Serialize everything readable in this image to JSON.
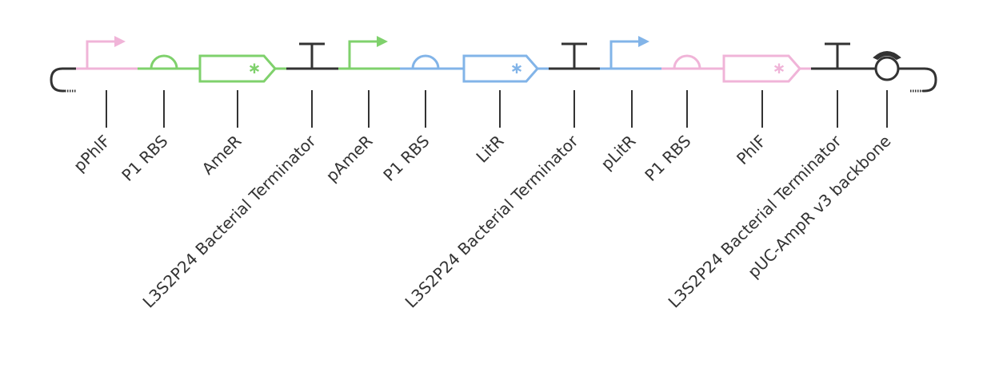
{
  "colors": {
    "pink": "#f0b4d8",
    "green": "#7fd16c",
    "blue": "#82b4e8",
    "dark": "#333333",
    "background": "#ffffff"
  },
  "parts": [
    {
      "id": "pphlf",
      "type": "promoter",
      "label": "pPhlF",
      "color": "pink"
    },
    {
      "id": "p1rbs-1",
      "type": "rbs",
      "label": "P1 RBS",
      "color": "green"
    },
    {
      "id": "amer",
      "type": "cds",
      "label": "AmeR",
      "color": "green"
    },
    {
      "id": "term-1",
      "type": "terminator",
      "label": "L3S2P24 Bacterial Terminator",
      "color": "dark"
    },
    {
      "id": "pamer",
      "type": "promoter",
      "label": "pAmeR",
      "color": "green"
    },
    {
      "id": "p1rbs-2",
      "type": "rbs",
      "label": "P1 RBS",
      "color": "blue"
    },
    {
      "id": "litr",
      "type": "cds",
      "label": "LitR",
      "color": "blue"
    },
    {
      "id": "term-2",
      "type": "terminator",
      "label": "L3S2P24 Bacterial Terminator",
      "color": "dark"
    },
    {
      "id": "plitr",
      "type": "promoter",
      "label": "pLitR",
      "color": "blue"
    },
    {
      "id": "p1rbs-3",
      "type": "rbs",
      "label": "P1 RBS",
      "color": "pink"
    },
    {
      "id": "phlf",
      "type": "cds",
      "label": "PhlF",
      "color": "pink"
    },
    {
      "id": "term-3",
      "type": "terminator",
      "label": "L3S2P24 Bacterial Terminator",
      "color": "dark"
    },
    {
      "id": "backbone",
      "type": "origin",
      "label": "pUC-AmpR v3 backbone",
      "color": "dark"
    }
  ],
  "icons": {
    "promoter": "promoter-arrow-icon",
    "rbs": "rbs-semicircle-icon",
    "cds": "cds-arrow-box-icon",
    "terminator": "terminator-t-icon",
    "origin": "origin-circle-icon",
    "end": "backbone-end-hook-icon"
  }
}
